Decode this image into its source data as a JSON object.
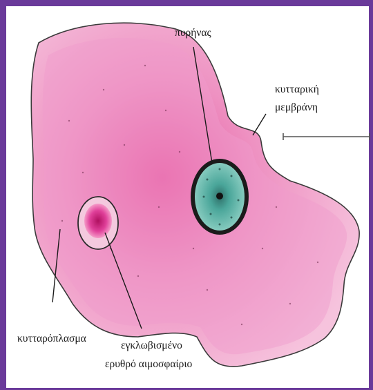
{
  "colors": {
    "frame": "#6a3a9a",
    "cytoplasm": "#ee9fc6",
    "nucleus": "#3f9b90",
    "red_blood_cell": "#d6287e"
  },
  "labels": {
    "nucleus": "πυρήνας",
    "membrane_line1": "κυτταρική",
    "membrane_line2": "μεμβράνη",
    "cytoplasm": "κυτταρόπλασμα",
    "rbc_line1": "εγκλωβισμένο",
    "rbc_line2": "ερυθρό αιμοσφαίριο"
  }
}
